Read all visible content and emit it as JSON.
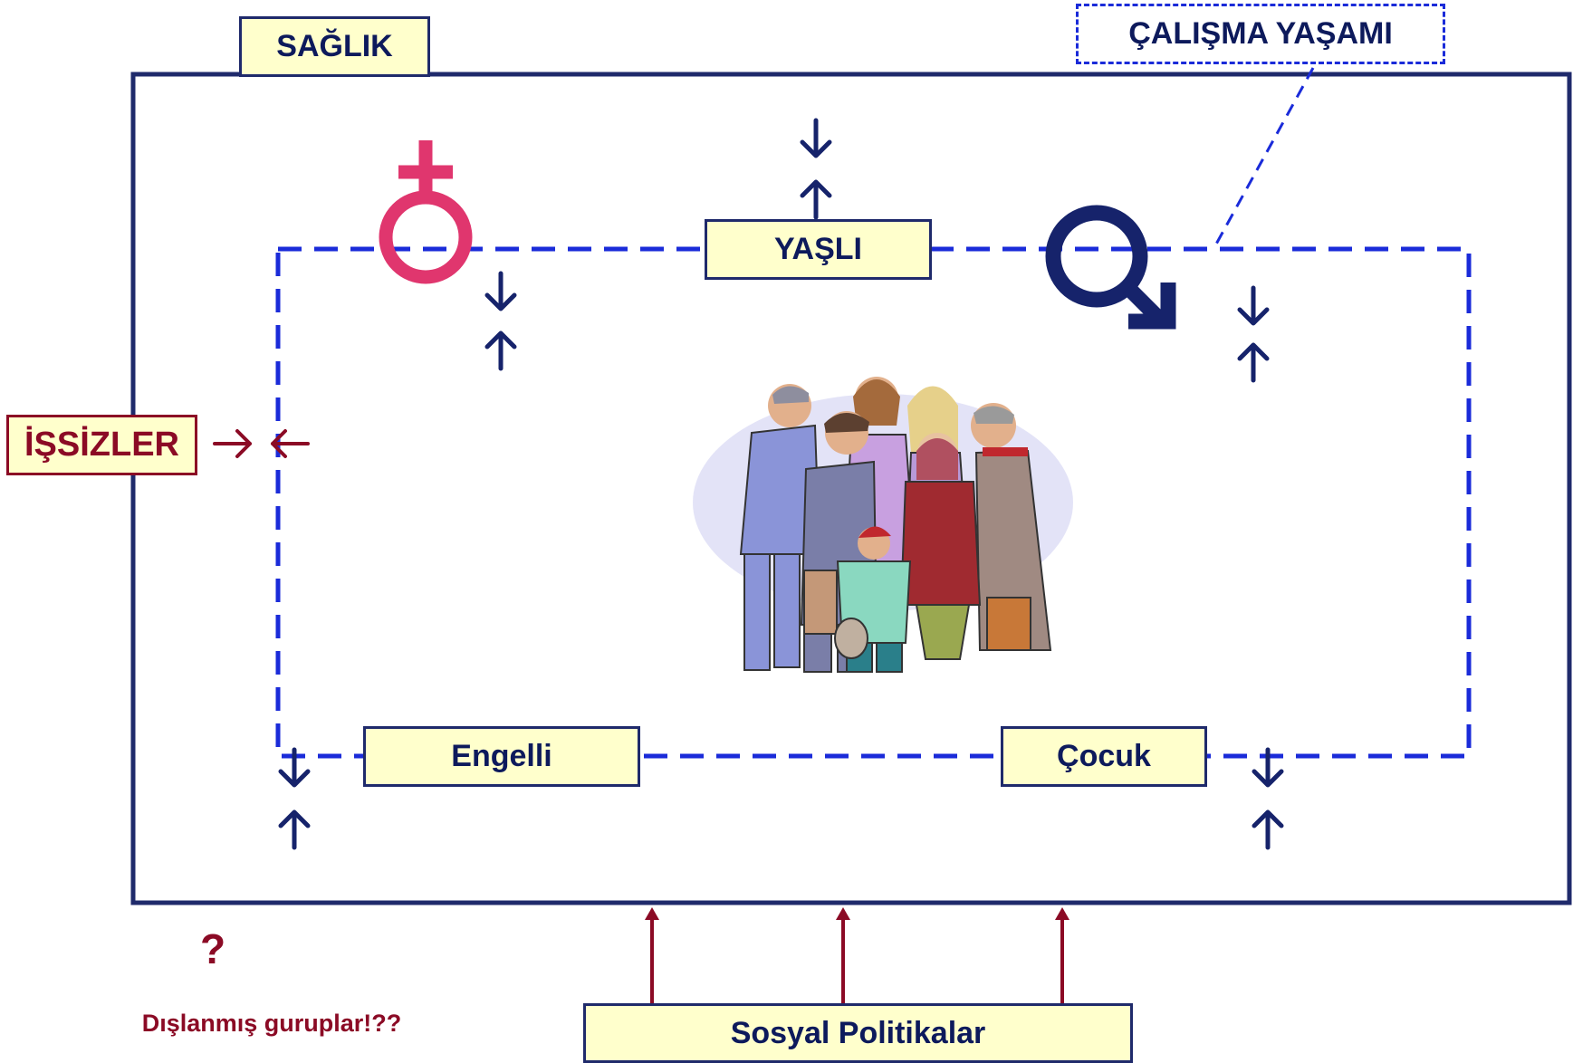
{
  "labels": {
    "saglik": "SAĞLIK",
    "calisma_yasami": "ÇALIŞMA YAŞAMI",
    "yasli": "YAŞLI",
    "issizler": "İŞSİZLER",
    "engelli": "Engelli",
    "cocuk": "Çocuk",
    "sosyal_politikalar": "Sosyal Politikalar",
    "question": "?",
    "dislanmis": "Dışlanmış guruplar!??"
  },
  "symbols": {
    "female": "female-symbol-icon",
    "male": "male-symbol-icon",
    "people": "people-group-illustration"
  },
  "colors": {
    "navy": "#1f2a6b",
    "dashed_blue": "#1a2bd9",
    "box_fill": "#ffffcc",
    "dark_red": "#8b0a25",
    "female_pink": "#e0366e",
    "male_navy": "#16236b"
  }
}
